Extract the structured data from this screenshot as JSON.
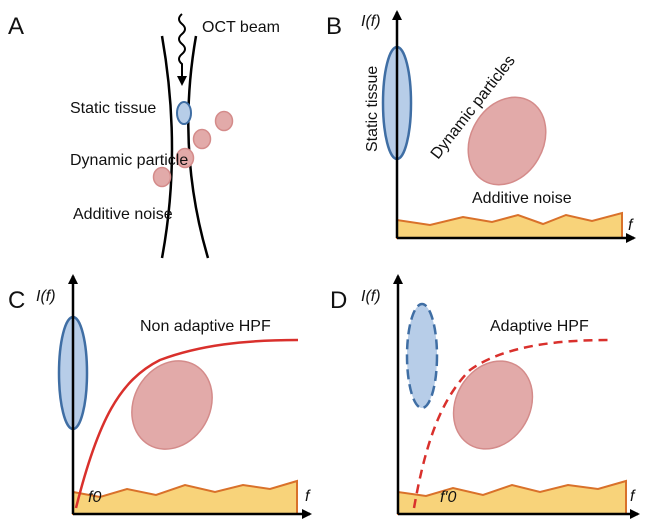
{
  "colors": {
    "tissue_fill": "#b7cde8",
    "tissue_stroke": "#3f6ea4",
    "particle_fill": "#e2aaa9",
    "particle_stroke": "#d48b8a",
    "noise_fill": "#f8d37a",
    "noise_stroke": "#d9712a",
    "hpf": "#d9302c",
    "axis": "#000000"
  },
  "panel_a": {
    "letter": "A",
    "beam_label": "OCT beam",
    "static_label": "Static tissue",
    "dynamic_label": "Dynamic particle",
    "noise_label": "Additive noise"
  },
  "panel_b": {
    "letter": "B",
    "ylabel": "I(f)",
    "xlabel": "f",
    "static_label": "Static tissue",
    "dynamic_label": "Dynamic particles",
    "noise_label": "Additive noise"
  },
  "panel_c": {
    "letter": "C",
    "ylabel": "I(f)",
    "xlabel": "f",
    "filter_label": "Non adaptive HPF",
    "cutoff_label": "f0"
  },
  "panel_d": {
    "letter": "D",
    "ylabel": "I(f)",
    "xlabel": "f",
    "filter_label": "Adaptive HPF",
    "cutoff_label": "f′0"
  }
}
